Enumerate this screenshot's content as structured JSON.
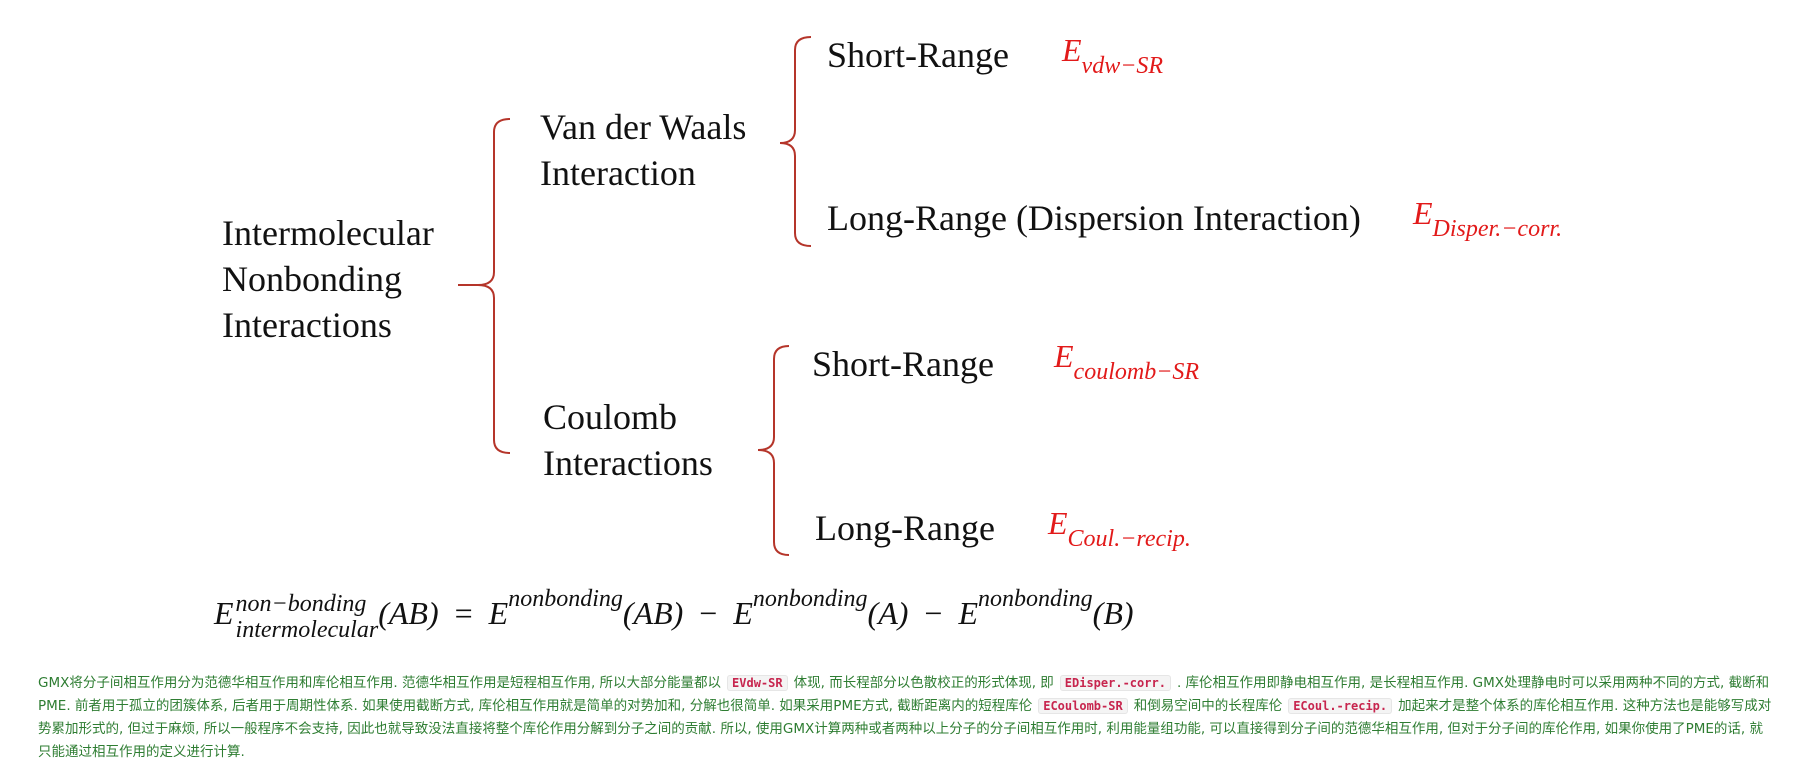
{
  "diagram": {
    "root": {
      "lines": [
        "Intermolecular",
        "Nonbonding",
        "Interactions"
      ]
    },
    "vdw": {
      "lines": [
        "Van der Waals",
        "Interaction"
      ],
      "short": {
        "label": "Short-Range",
        "energy_base": "E",
        "energy_sub": "vdw−SR"
      },
      "long": {
        "label": "Long-Range (Dispersion Interaction)",
        "energy_base": "E",
        "energy_sub": "Disper.−corr."
      }
    },
    "coulomb": {
      "lines": [
        "Coulomb",
        "Interactions"
      ],
      "short": {
        "label": "Short-Range",
        "energy_base": "E",
        "energy_sub": "coulomb−SR"
      },
      "long": {
        "label": "Long-Range",
        "energy_base": "E",
        "energy_sub": "Coul.−recip."
      }
    },
    "colors": {
      "energy": "#e21a1a",
      "bracket": "#b5352a",
      "text": "#111111"
    }
  },
  "formula": {
    "lhs_base": "E",
    "lhs_sup": "non−bonding",
    "lhs_sub": "intermolecular",
    "lhs_arg": "(AB)",
    "equals": "=",
    "t1_base": "E",
    "t1_sup": "nonbonding",
    "t1_arg": "(AB)",
    "minus1": "−",
    "t2_base": "E",
    "t2_sup": "nonbonding",
    "t2_arg": "(A)",
    "minus2": "−",
    "t3_base": "E",
    "t3_sup": "nonbonding",
    "t3_arg": "(B)"
  },
  "note": {
    "color": "#2e7d32",
    "p1": "GMX将分子间相互作用分为范德华相互作用和库伦相互作用. 范德华相互作用是短程相互作用, 所以大部分能量都以",
    "c1": "EVdw-SR",
    "p2": "体现, 而长程部分以色散校正的形式体现, 即",
    "c2": "EDisper.-corr.",
    "p3": ". 库伦相互作用即静电相互作用, 是长程相互作用. GMX处理静电时可以采用两种不同的方式, 截断和PME. 前者用于孤立的团簇体系, 后者用于周期性体系. 如果使用截断方式, 库伦相互作用就是简单的对势加和, 分解也很简单. 如果采用PME方式, 截断距离内的短程库伦",
    "c3": "ECoulomb-SR",
    "p4": "和倒易空间中的长程库伦",
    "c4": "ECoul.-recip.",
    "p5": "加起来才是整个体系的库伦相互作用. 这种方法也是能够写成对势累加形式的, 但过于麻烦, 所以一般程序不会支持, 因此也就导致没法直接将整个库伦作用分解到分子之间的贡献. 所以, 使用GMX计算两种或者两种以上分子的分子间相互作用时, 利用能量组功能, 可以直接得到分子间的范德华相互作用, 但对于分子间的库伦作用, 如果你使用了PME的话, 就只能通过相互作用的定义进行计算."
  }
}
